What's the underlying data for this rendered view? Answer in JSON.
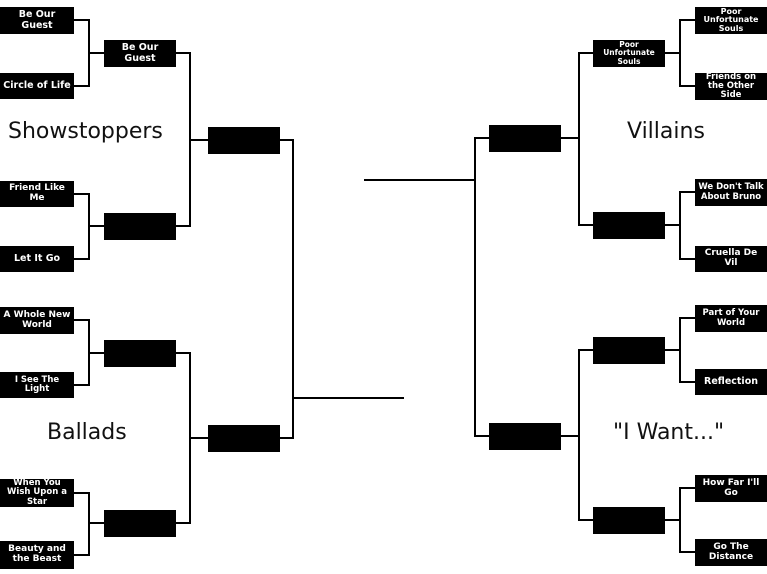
{
  "groups": {
    "showstoppers": "Showstoppers",
    "villains": "Villains",
    "ballads": "Ballads",
    "i_want": "\"I Want...\""
  },
  "left": {
    "r1": [
      "Be Our Guest",
      "Circle of Life",
      "Friend Like Me",
      "Let It Go",
      "A Whole New World",
      "I See The Light",
      "When You Wish Upon a Star",
      "Beauty and the Beast"
    ],
    "r2": [
      "Be Our Guest",
      "",
      "",
      ""
    ],
    "r3": [
      "",
      ""
    ]
  },
  "right": {
    "r1": [
      "Poor Unfortunate Souls",
      "Friends on the Other Side",
      "We Don't Talk About Bruno",
      "Cruella De Vil",
      "Part of Your World",
      "Reflection",
      "How Far I'll Go",
      "Go The Distance"
    ],
    "r2": [
      "Poor Unfortunate Souls",
      "",
      "",
      ""
    ],
    "r3": [
      "",
      ""
    ]
  }
}
